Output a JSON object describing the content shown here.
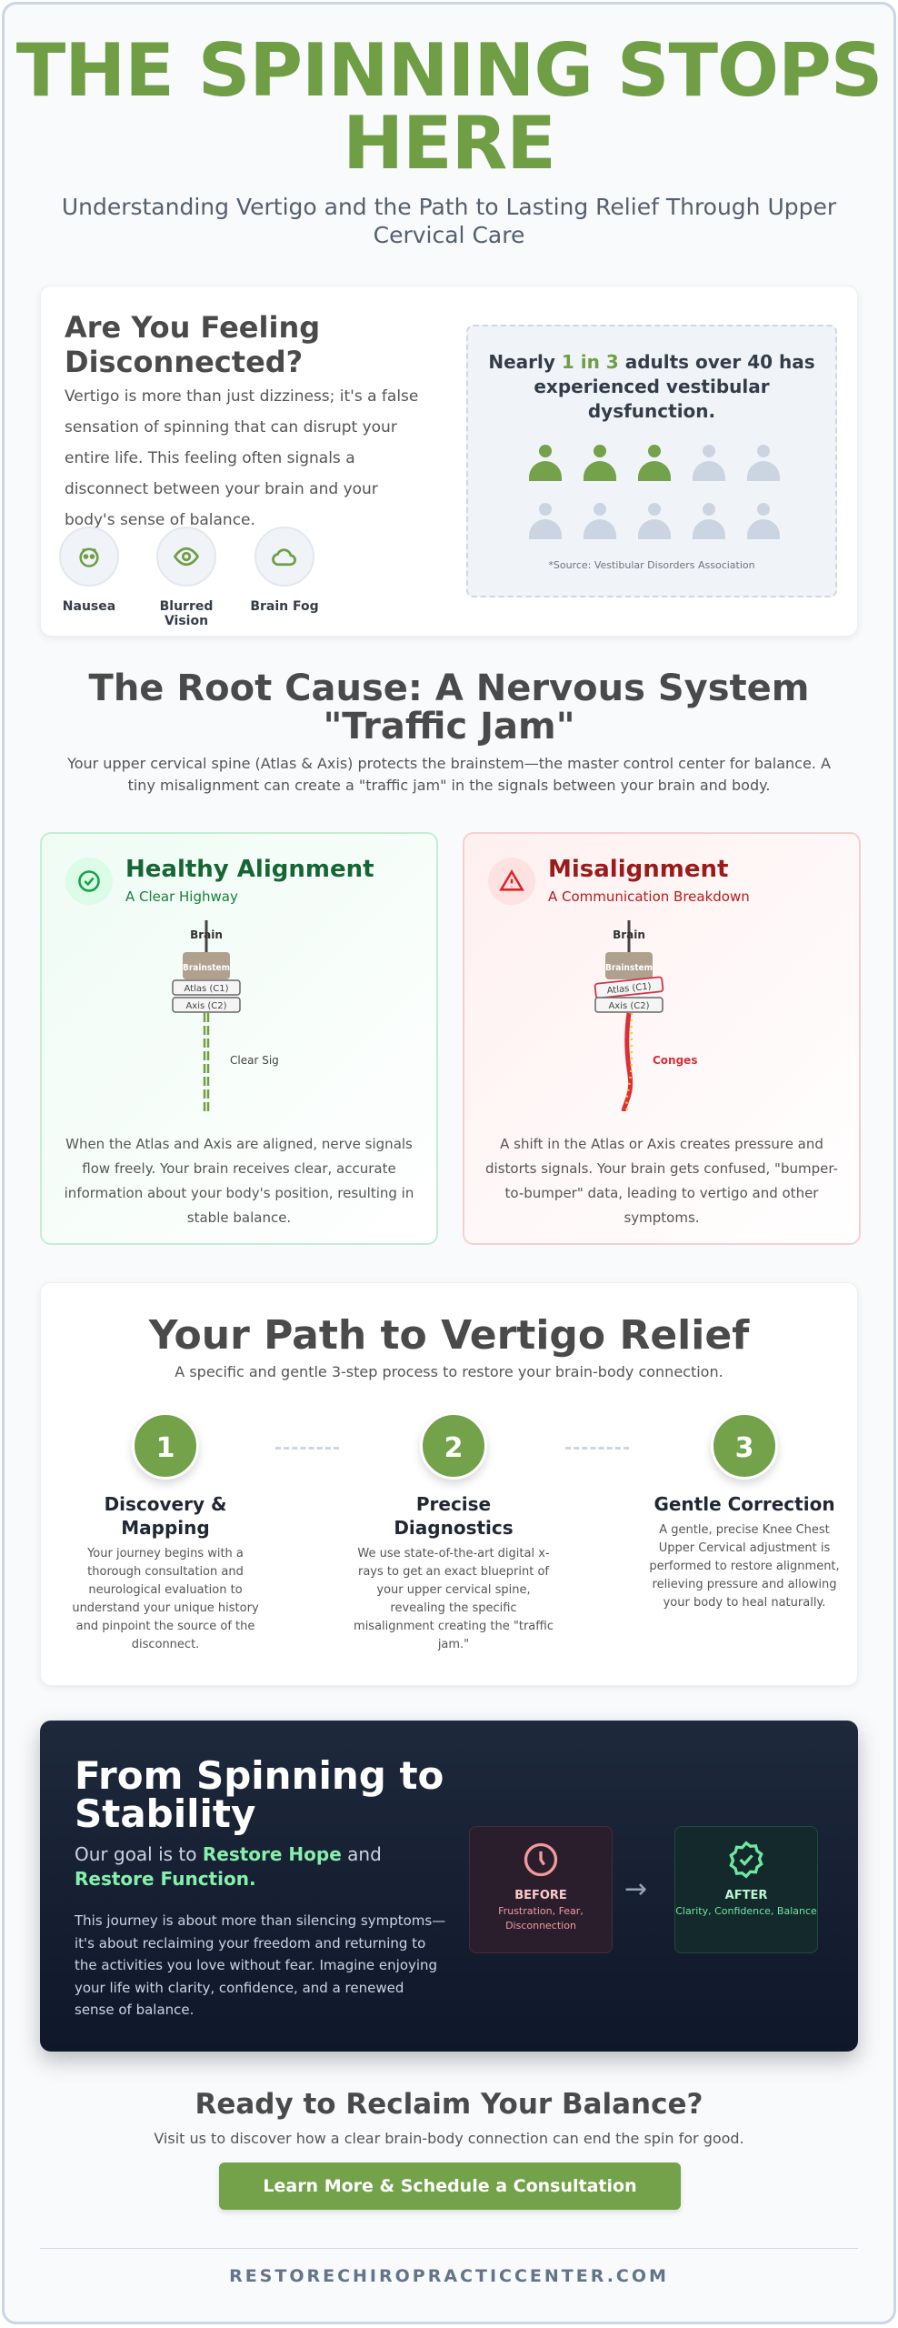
{
  "header": {
    "title": "THE SPINNING STOPS HERE",
    "subtitle": "Understanding Vertigo and the Path to Lasting Relief Through Upper Cervical Care"
  },
  "intro": {
    "heading": "Are You Feeling Disconnected?",
    "body": "Vertigo is more than just dizziness; it's a false sensation of spinning that can disrupt your entire life. This feeling often signals a disconnect between your brain and your body's sense of balance.",
    "symptoms": [
      {
        "label": "Nausea",
        "icon": "nausea-face-icon"
      },
      {
        "label": "Blurred Vision",
        "icon": "eye-icon"
      },
      {
        "label": "Brain Fog",
        "icon": "cloud-icon"
      }
    ],
    "stat": {
      "prefix": "Nearly ",
      "highlight": "1 in 3",
      "suffix": " adults over 40 has experienced vestibular dysfunction.",
      "affected": 3,
      "total": 10,
      "source": "*Source: Vestibular Disorders Association"
    }
  },
  "root": {
    "heading": "The Root Cause: A Nervous System \"Traffic Jam\"",
    "body": "Your upper cervical spine (Atlas & Axis) protects the brainstem—the master control center for balance. A tiny misalignment can create a \"traffic jam\" in the signals between your brain and body.",
    "healthy": {
      "title": "Healthy Alignment",
      "subtitle": "A Clear Highway",
      "brain": "Brain",
      "brainstem": "Brainstem",
      "atlas": "Atlas (C1)",
      "axis": "Axis (C2)",
      "signal": "Clear Sig",
      "desc": "When the Atlas and Axis are aligned, nerve signals flow freely. Your brain receives clear, accurate information about your body's position, resulting in stable balance."
    },
    "misaligned": {
      "title": "Misalignment",
      "subtitle": "A Communication Breakdown",
      "brain": "Brain",
      "brainstem": "Brainstem",
      "atlas": "Atlas (C1)",
      "axis": "Axis (C2)",
      "signal": "Conges",
      "desc": "A shift in the Atlas or Axis creates pressure and distorts signals. Your brain gets confused, \"bumper-to-bumper\" data, leading to vertigo and other symptoms."
    }
  },
  "path": {
    "heading": "Your Path to Vertigo Relief",
    "subtitle": "A specific and gentle 3-step process to restore your brain-body connection.",
    "steps": [
      {
        "num": "1",
        "title": "Discovery & Mapping",
        "desc": "Your journey begins with a thorough consultation and neurological evaluation to understand your unique history and pinpoint the source of the disconnect."
      },
      {
        "num": "2",
        "title": "Precise Diagnostics",
        "desc": "We use state-of-the-art digital x-rays to get an exact blueprint of your upper cervical spine, revealing the specific misalignment creating the \"traffic jam.\""
      },
      {
        "num": "3",
        "title": "Gentle Correction",
        "desc": "A gentle, precise Knee Chest Upper Cervical adjustment is performed to restore alignment, relieving pressure and allowing your body to heal naturally."
      }
    ]
  },
  "stability": {
    "heading": "From Spinning to Stability",
    "goal_prefix": "Our goal is to ",
    "goal_h1": "Restore Hope",
    "goal_mid": " and ",
    "goal_h2": "Restore Function.",
    "body": "This journey is about more than silencing symptoms—it's about reclaiming your freedom and returning to the activities you love without fear. Imagine enjoying your life with clarity, confidence, and a renewed sense of balance.",
    "before": {
      "label": "BEFORE",
      "text": "Frustration, Fear, Disconnection"
    },
    "after": {
      "label": "AFTER",
      "text": "Clarity, Confidence, Balance"
    }
  },
  "cta": {
    "heading": "Ready to Reclaim Your Balance?",
    "body": "Visit us to discover how a clear brain-body connection can end the spin for good.",
    "button": "Learn More & Schedule a Consultation"
  },
  "footer": {
    "site": "RESTORECHIROPRACTICCENTER.COM"
  },
  "colors": {
    "accent": "#73a24a",
    "healthy": "#166534",
    "danger": "#991b1b",
    "dark": "#0f172a",
    "highlight": "#86efac"
  }
}
